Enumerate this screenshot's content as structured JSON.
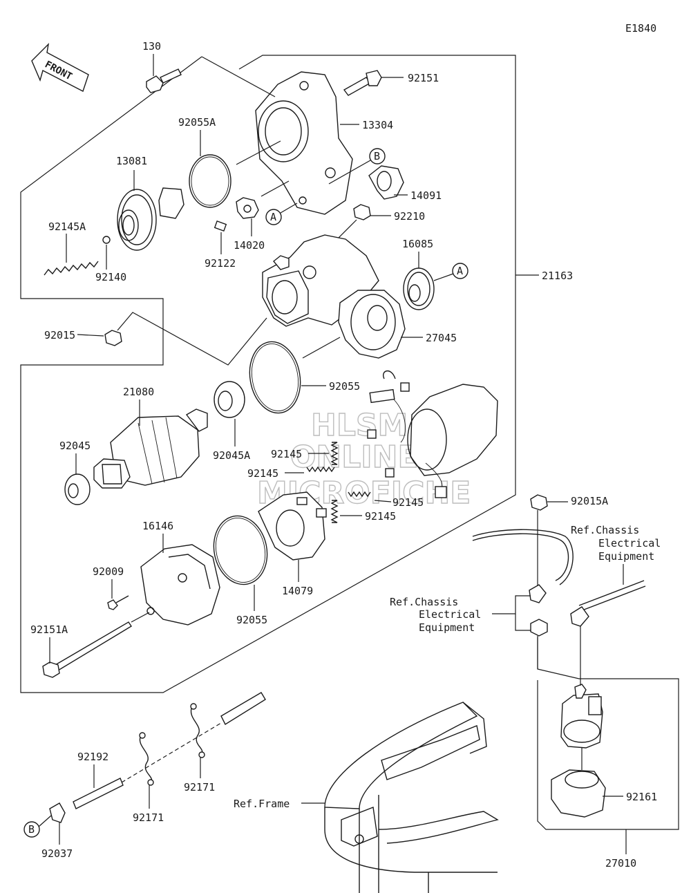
{
  "diagram_code": "E1840",
  "front_label": "FRONT",
  "watermark": [
    "HLSM",
    "ONLINE",
    "MICROFICHE"
  ],
  "part_numbers": {
    "p130": "130",
    "p92151": "92151",
    "p13304": "13304",
    "p92055A": "92055A",
    "p13081": "13081",
    "p14091": "14091",
    "p92210": "92210",
    "p92145A": "92145A",
    "p14020": "14020",
    "p92122": "92122",
    "p92140": "92140",
    "p16085": "16085",
    "p21163": "21163",
    "p27045": "27045",
    "p92015": "92015",
    "p92055_top": "92055",
    "p21080": "21080",
    "p92045": "92045",
    "p92045A": "92045A",
    "p92145_1": "92145",
    "p92145_2": "92145",
    "p92145_3": "92145",
    "p92145_4": "92145",
    "p92015A": "92015A",
    "p16146": "16146",
    "p92009": "92009",
    "p14079": "14079",
    "p92055_bottom": "92055",
    "p92151A": "92151A",
    "p92192": "92192",
    "p92171_left": "92171",
    "p92171_right": "92171",
    "p92037": "92037",
    "p92161": "92161",
    "p27010": "27010"
  },
  "references": {
    "chassis_top": [
      "Ref.Chassis",
      "Electrical",
      "Equipment"
    ],
    "chassis_mid": [
      "Ref.Chassis",
      "Electrical",
      "Equipment"
    ],
    "frame": "Ref.Frame"
  },
  "callouts": {
    "a1": "A",
    "a2": "A",
    "b1": "B",
    "b2": "B"
  }
}
